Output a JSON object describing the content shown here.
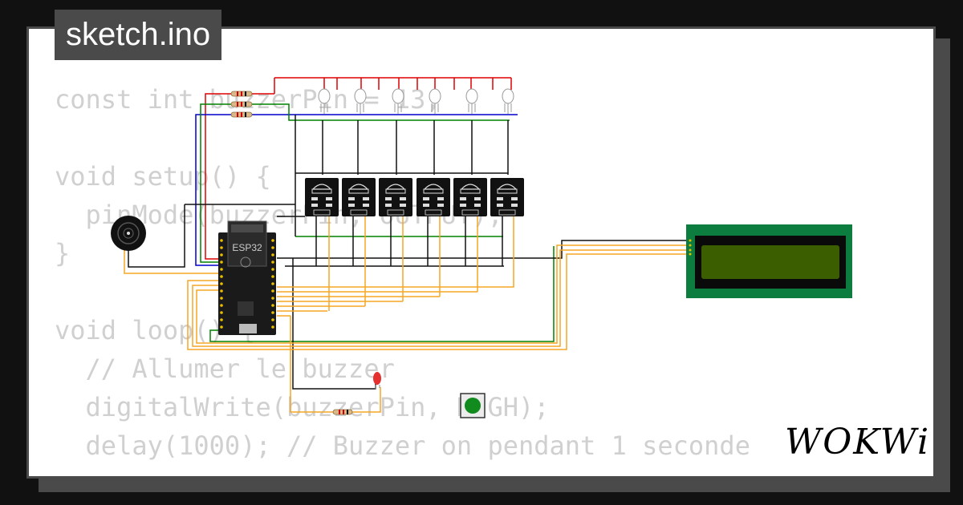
{
  "tab_title": "sketch.ino",
  "code_lines": [
    "const int buzzerPin = 13;",
    "",
    "void setup() {",
    "  pinMode(buzzerPin, OUTPUT);",
    "}",
    "",
    "void loop() {",
    "  // Allumer le buzzer",
    "  digitalWrite(buzzerPin, HIGH);",
    "  delay(1000); // Buzzer on pendant 1 seconde"
  ],
  "board_label": "ESP32",
  "brand": "WOKWi",
  "colors": {
    "background": "#111111",
    "card": "#ffffff",
    "frame": "#4a4a4a",
    "code_text": "#d0d0d0",
    "wire_red": "#e00000",
    "wire_blue": "#0000cc",
    "wire_green": "#008000",
    "wire_orange": "#f5a623",
    "lcd_board": "#0c7d3e",
    "lcd_screen": "#3b5e00"
  },
  "icons": [
    "esp32-board",
    "buzzer",
    "rgb-led",
    "joystick-module",
    "lcd-1602",
    "push-button",
    "red-led",
    "resistor"
  ]
}
